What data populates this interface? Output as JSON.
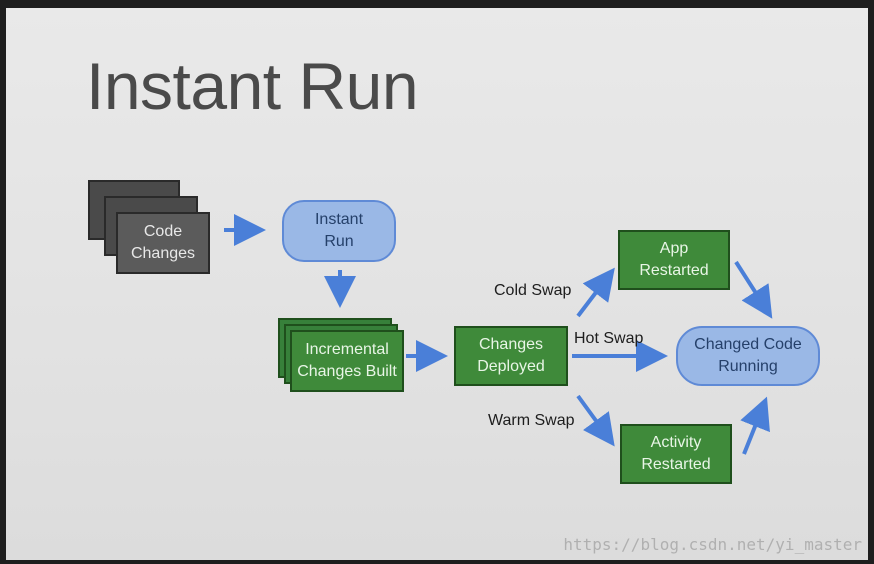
{
  "slide": {
    "title": "Instant Run"
  },
  "nodes": {
    "code_changes": "Code\nChanges",
    "instant_run": "Instant\nRun",
    "incremental": "Incremental\nChanges Built",
    "deployed": "Changes\nDeployed",
    "app_restarted": "App\nRestarted",
    "activity_restarted": "Activity\nRestarted",
    "running": "Changed Code\nRunning"
  },
  "edges": {
    "cold": "Cold Swap",
    "hot": "Hot Swap",
    "warm": "Warm Swap"
  },
  "watermark": "https://blog.csdn.net/yi_master",
  "colors": {
    "arrow": "#4a7fd8",
    "green": "#3f8a3a",
    "pill": "#9ab8e6",
    "gray": "#5b5b5b"
  }
}
